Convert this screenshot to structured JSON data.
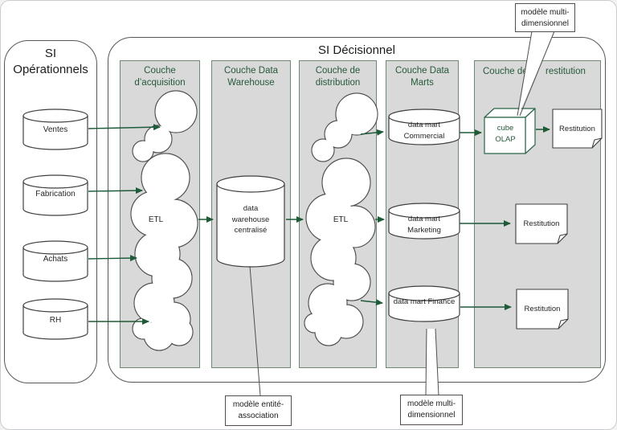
{
  "diagram": {
    "left_panel": {
      "title": "SI Opérationnels",
      "databases": [
        {
          "label": "Ventes"
        },
        {
          "label": "Fabrication"
        },
        {
          "label": "Achats"
        },
        {
          "label": "RH"
        }
      ]
    },
    "main_panel": {
      "title": "SI Décisionnel",
      "columns": [
        {
          "label": "Couche d’acquisition"
        },
        {
          "label": "Couche Data Warehouse"
        },
        {
          "label": "Couche de distribution"
        },
        {
          "label": "Couche Data Marts"
        },
        {
          "label": "Couche de restitution",
          "label_left": "Couche de",
          "label_right": "restitution"
        }
      ],
      "acquisition_etl": "ETL",
      "warehouse_label": "data warehouse centralisé",
      "distribution_etl": "ETL",
      "data_marts": [
        {
          "label": "data mart Commercial"
        },
        {
          "label": "data mart Marketing"
        },
        {
          "label": "data mart Finance"
        }
      ],
      "cube_label": "cube OLAP",
      "restitution_labels": [
        "Restitution",
        "Restitution",
        "Restitution"
      ]
    },
    "callouts": {
      "top": "modèle multi-dimensionnel",
      "bottom_middle": "modèle entité-association",
      "bottom_right": "modèle multi-dimensionnel"
    },
    "colors": {
      "accent_green": "#26593b",
      "arrow_green": "#1e5b38",
      "column_fill": "#d9d9d9",
      "column_border": "#6f8874"
    }
  }
}
